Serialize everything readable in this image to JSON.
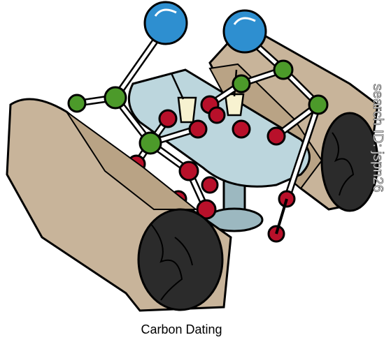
{
  "caption": "Carbon Dating",
  "watermark": "search ID: jspn26",
  "colors": {
    "couch": "#c8b49a",
    "table": "#bcd6dd",
    "carbon_atom": "#2e8fd0",
    "oxygen_atom": "#b8102a",
    "green_atom": "#4c9a2a",
    "drink": "#f7f2d0"
  },
  "scene": {
    "subject": "cartoon molecules sitting at a diner booth with drinks",
    "left_molecule_icon": "molecule-icon",
    "right_molecule_icon": "molecule-icon"
  }
}
